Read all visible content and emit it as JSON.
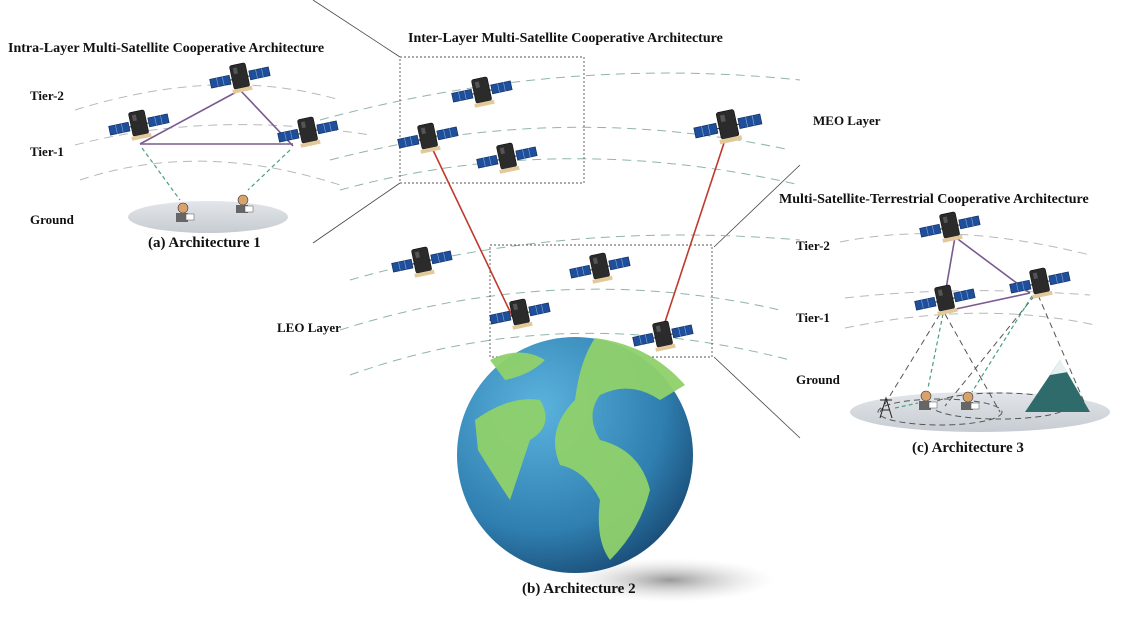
{
  "architecture_1": {
    "title": "Intra-Layer Multi-Satellite Cooperative Architecture",
    "tiers": [
      "Tier-2",
      "Tier-1",
      "Ground"
    ],
    "caption": "(a) Architecture 1"
  },
  "architecture_2": {
    "title": "Inter-Layer Multi-Satellite Cooperative Architecture",
    "meo_label": "MEO Layer",
    "leo_label": "LEO Layer",
    "caption": "(b) Architecture 2"
  },
  "architecture_3": {
    "title": "Multi-Satellite-Terrestrial Cooperative Architecture",
    "tiers": [
      "Tier-2",
      "Tier-1",
      "Ground"
    ],
    "caption": "(c) Architecture 3"
  },
  "colors": {
    "ocean": "#2f7fb0",
    "land": "#8fd16a",
    "solar_panel": "#1f4f9a",
    "inter_satellite_link": "#7a5a90",
    "inter_layer_link": "#c0392b",
    "downlink": "#4aa07a"
  }
}
